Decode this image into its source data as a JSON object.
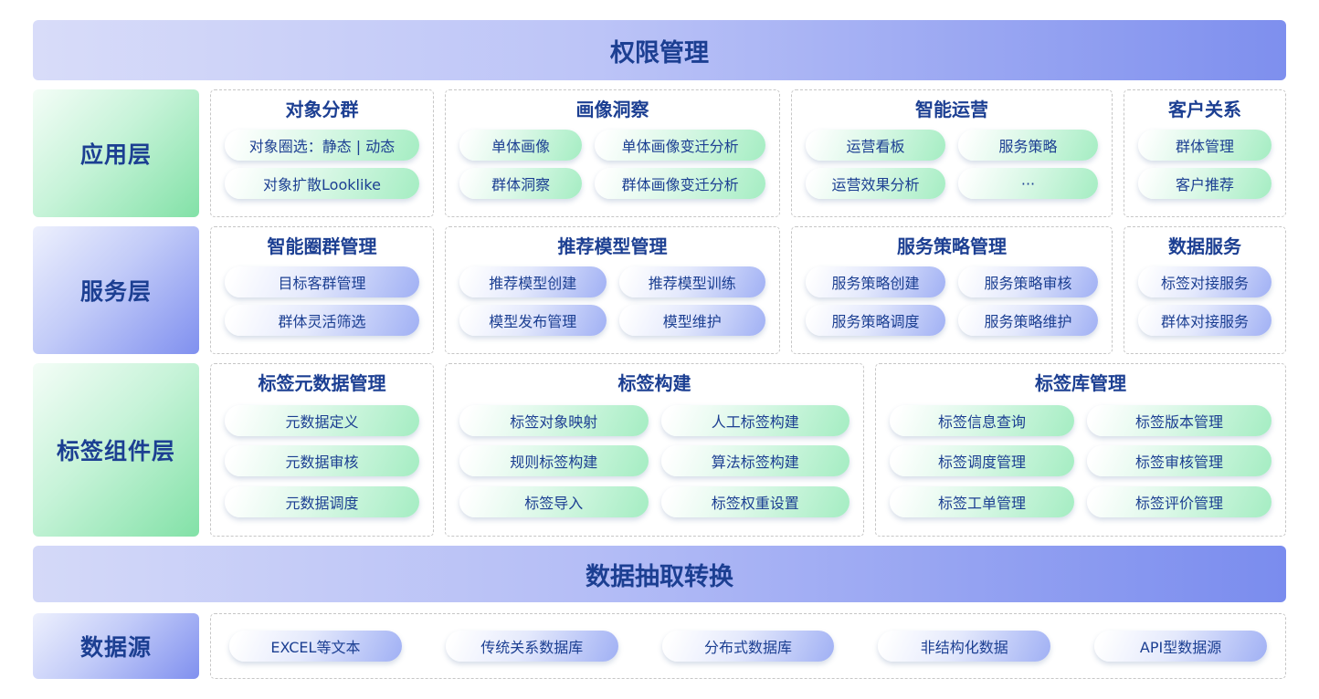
{
  "banners": {
    "top": "权限管理",
    "etl": "数据抽取转换"
  },
  "rows": [
    {
      "label": "应用层",
      "groups": [
        {
          "title": "对象分群",
          "pills": [
            "对象圈选：静态 | 动态",
            "对象扩散Looklike"
          ]
        },
        {
          "title": "画像洞察",
          "pills": [
            "单体画像",
            "单体画像变迁分析",
            "群体洞察",
            "群体画像变迁分析"
          ]
        },
        {
          "title": "智能运营",
          "pills": [
            "运营看板",
            "服务策略",
            "运营效果分析",
            "···"
          ]
        },
        {
          "title": "客户关系",
          "pills": [
            "群体管理",
            "客户推荐"
          ]
        }
      ]
    },
    {
      "label": "服务层",
      "groups": [
        {
          "title": "智能圈群管理",
          "pills": [
            "目标客群管理",
            "群体灵活筛选"
          ]
        },
        {
          "title": "推荐模型管理",
          "pills": [
            "推荐模型创建",
            "推荐模型训练",
            "模型发布管理",
            "模型维护"
          ]
        },
        {
          "title": "服务策略管理",
          "pills": [
            "服务策略创建",
            "服务策略审核",
            "服务策略调度",
            "服务策略维护"
          ]
        },
        {
          "title": "数据服务",
          "pills": [
            "标签对接服务",
            "群体对接服务"
          ]
        }
      ]
    },
    {
      "label": "标签组件层",
      "groups": [
        {
          "title": "标签元数据管理",
          "pills": [
            "元数据定义",
            "元数据审核",
            "元数据调度"
          ]
        },
        {
          "title": "标签构建",
          "pills": [
            "标签对象映射",
            "人工标签构建",
            "规则标签构建",
            "算法标签构建",
            "标签导入",
            "标签权重设置"
          ]
        },
        {
          "title": "标签库管理",
          "pills": [
            "标签信息查询",
            "标签版本管理",
            "标签调度管理",
            "标签审核管理",
            "标签工单管理",
            "标签评价管理"
          ]
        }
      ]
    }
  ],
  "datasource": {
    "label": "数据源",
    "pills": [
      "EXCEL等文本",
      "传统关系数据库",
      "分布式数据库",
      "非结构化数据",
      "API型数据源"
    ]
  },
  "colors": {
    "text_navy": "#1c3f92",
    "pill_green": "#a4edc2",
    "pill_purple": "#a0b0f4",
    "banner_blue": "#7e8fee"
  }
}
